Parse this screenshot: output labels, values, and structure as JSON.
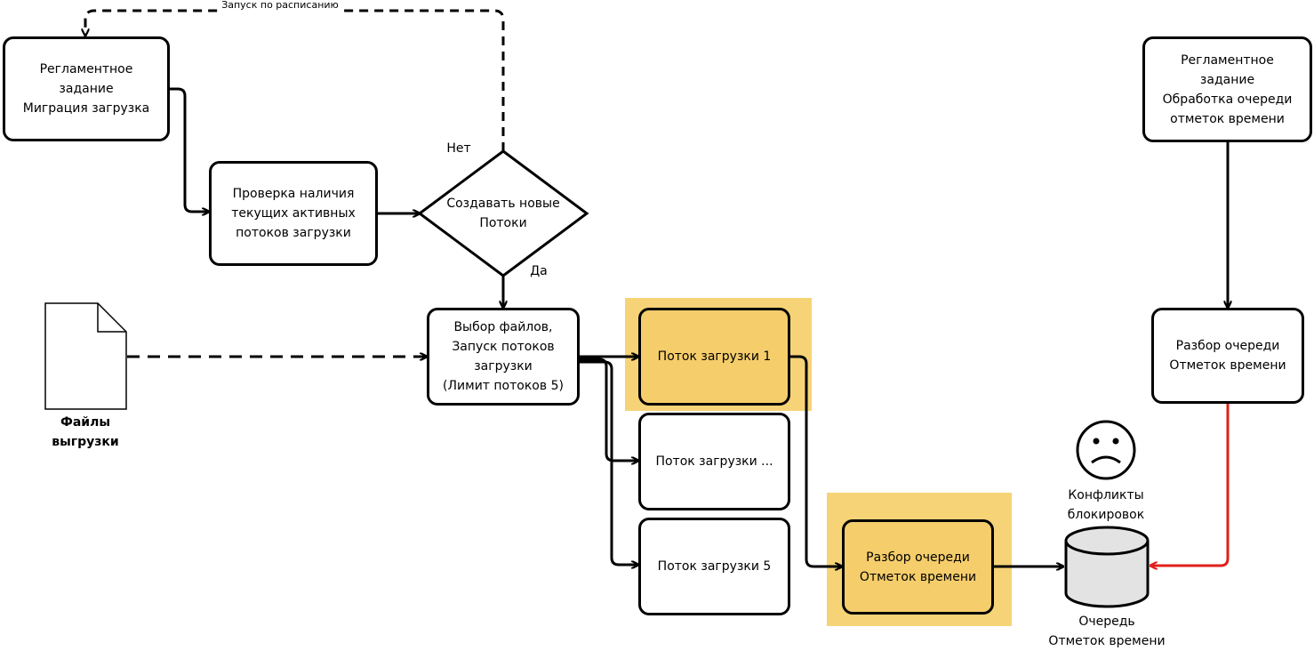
{
  "nodes": {
    "migration_job": "Регламентное\nзадание\nМиграция загрузка",
    "check_streams": "Проверка наличия\nтекущих активных\nпотоков загрузки",
    "decision": "Создавать новые\nПотоки",
    "select_files": "Выбор файлов,\nЗапуск потоков\nзагрузки\n(Лимит потоков 5)",
    "stream_1": "Поток загрузки 1",
    "stream_mid": "Поток загрузки ...",
    "stream_5": "Поток загрузки 5",
    "parse_queue_left": "Разбор очереди\nОтметок времени",
    "timestamp_job": "Регламентное\nзадание\nОбработка очереди\nотметок времени",
    "parse_queue_right": "Разбор очереди\nОтметок времени"
  },
  "labels": {
    "schedule_run": "Запуск по расписанию",
    "no": "Нет",
    "yes": "Да",
    "upload_files": "Файлы\nвыгрузки",
    "lock_conflicts": "Конфликты\nблокировок",
    "queue": "Очередь\nОтметок времени"
  },
  "icons": {
    "file": "document-icon",
    "face": "sad-face-icon",
    "db": "database-icon"
  },
  "colors": {
    "highlight": "#f7d377",
    "node_highlight": "#f5cd6b",
    "conflict_arrow": "#e0201b"
  }
}
